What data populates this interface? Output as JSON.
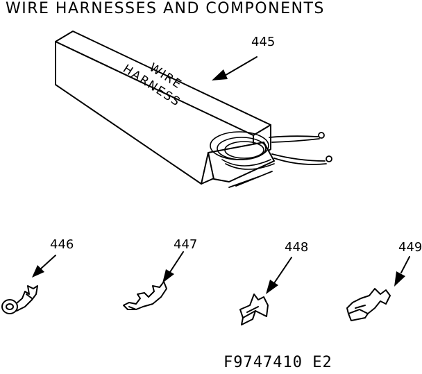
{
  "title": "WIRE HARNESSES AND COMPONENTS",
  "box_label": {
    "line1": "WIRE",
    "line2": "HARNESS"
  },
  "parts": [
    {
      "number": "445"
    },
    {
      "number": "446"
    },
    {
      "number": "447"
    },
    {
      "number": "448"
    },
    {
      "number": "449"
    }
  ],
  "drawing_code": "F9747410 E2"
}
